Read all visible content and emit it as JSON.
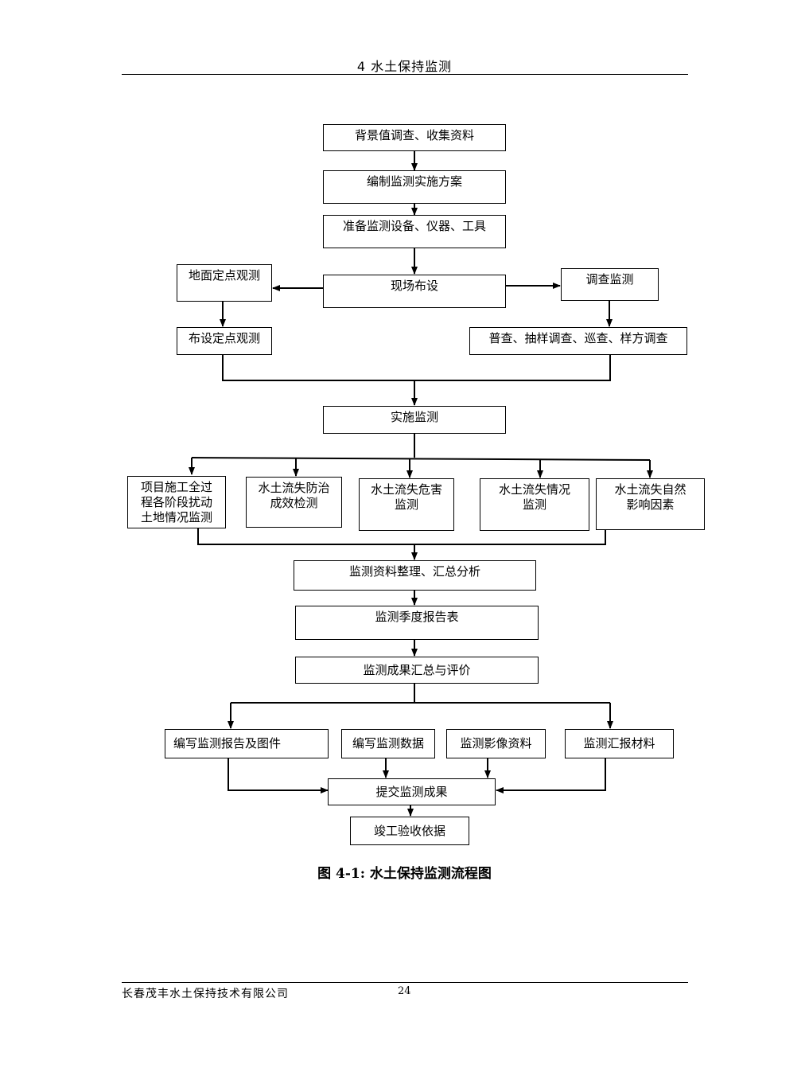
{
  "header": {
    "title": "4  水土保持监测"
  },
  "nodes": {
    "bg_survey": "背景值调查、收集资料",
    "plan": "编制监测实施方案",
    "prepare": "准备监测设备、仪器、工具",
    "site_layout": "现场布设",
    "ground_fixed": "地面定点观测",
    "survey_monitor": "调查监测",
    "set_fixed": "布设定点观测",
    "survey_types": "普查、抽样调查、巡查、样方调查",
    "implement": "实施监测",
    "item1": "项目施工全过程各阶段扰动土地情况监测",
    "item2": "水土流失防治成效检测",
    "item3": "水土流失危害监测",
    "item4": "水土流失情况监测",
    "item5": "水土流失自然影响因素",
    "organize": "监测资料整理、汇总分析",
    "quarterly": "监测季度报告表",
    "summary": "监测成果汇总与评价",
    "out1": "编写监测报告及图件",
    "out2": "编写监测数据",
    "out3": "监测影像资料",
    "out4": "监测汇报材料",
    "submit": "提交监测成果",
    "acceptance": "竣工验收依据"
  },
  "caption": "图 4-1:  水土保持监测流程图",
  "footer": {
    "company": "长春茂丰水土保持技术有限公司",
    "page": "24"
  }
}
